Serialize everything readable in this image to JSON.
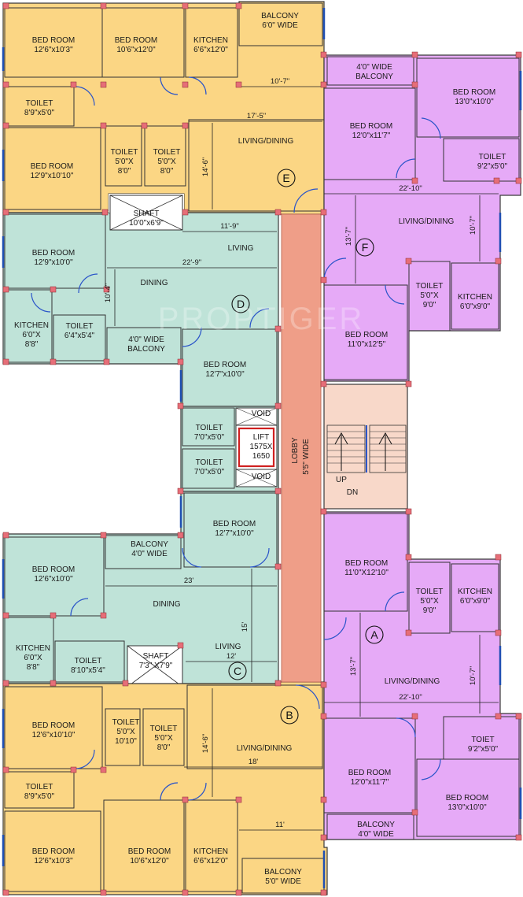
{
  "colors": {
    "unit_b_e": "#fbd684",
    "unit_c_d": "#bfe3d8",
    "unit_a_f": "#e6aaf7",
    "lobby": "#ef9e88",
    "stair": "#f8d8c9",
    "window_blue": "#1f4fb3",
    "post": "#e66e78"
  },
  "units": [
    {
      "id": "E"
    },
    {
      "id": "F"
    },
    {
      "id": "D"
    },
    {
      "id": "C"
    },
    {
      "id": "B"
    },
    {
      "id": "A"
    }
  ],
  "rooms": [
    {
      "name": "BED ROOM",
      "size": "12'6\"x10'3\""
    },
    {
      "name": "BED ROOM",
      "size": "10'6\"x12'0\""
    },
    {
      "name": "KITCHEN",
      "size": "6'6\"x12'0\""
    },
    {
      "name": "BALCONY",
      "size": "6'0\" WIDE"
    },
    {
      "name": "TOILET",
      "size": "8'9\"x5'0\""
    },
    {
      "name": "BED ROOM",
      "size": "12'9\"x10'10\""
    },
    {
      "name": "TOILET",
      "line2": "5'0\"X",
      "line3": "8'0\""
    },
    {
      "name": "TOILET",
      "line2": "5'0\"X",
      "line3": "8'0\""
    },
    {
      "name": "LIVING/DINING"
    },
    {
      "name": "SHAFT",
      "size": "10'0\"x6'9\""
    },
    {
      "name": "4'0\" WIDE",
      "line2": "BALCONY"
    },
    {
      "name": "BED ROOM",
      "size": "13'0\"x10'0\""
    },
    {
      "name": "BED ROOM",
      "size": "12'0\"x11'7\""
    },
    {
      "name": "TOILET",
      "size": "9'2\"x5'0\""
    },
    {
      "name": "LIVING/DINING"
    },
    {
      "name": "TOILET",
      "line2": "5'0\"X",
      "line3": "9'0\""
    },
    {
      "name": "KITCHEN",
      "size": "6'0\"x9'0\""
    },
    {
      "name": "BED ROOM",
      "size": "11'0\"x12'5\""
    },
    {
      "name": "BED ROOM",
      "size": "12'9\"x10'0\""
    },
    {
      "name": "LIVING"
    },
    {
      "name": "DINING"
    },
    {
      "name": "KITCHEN",
      "line2": "6'0\"X",
      "line3": "8'8\""
    },
    {
      "name": "TOILET",
      "size": "6'4\"x5'4\""
    },
    {
      "name": "4'0\" WIDE",
      "line2": "BALCONY"
    },
    {
      "name": "BED ROOM",
      "size": "12'7\"x10'0\""
    },
    {
      "name": "TOILET",
      "size": "7'0\"x5'0\""
    },
    {
      "name": "TOILET",
      "size": "7'0\"x5'0\""
    },
    {
      "name": "VOID"
    },
    {
      "name": "VOID"
    },
    {
      "name": "LIFT",
      "line2": "1575X",
      "line3": "1650"
    },
    {
      "name": "BED ROOM",
      "size": "12'7\"x10'0\""
    },
    {
      "name": "BALCONY",
      "size": "4'0\" WIDE"
    },
    {
      "name": "BED ROOM",
      "size": "12'6\"x10'0\""
    },
    {
      "name": "DINING"
    },
    {
      "name": "KITCHEN",
      "line2": "6'0\"X",
      "line3": "8'8\""
    },
    {
      "name": "TOILET",
      "size": "8'10\"x5'4\""
    },
    {
      "name": "SHAFT",
      "size": "7'3\" X7'9\""
    },
    {
      "name": "LIVING"
    },
    {
      "name": "BED ROOM",
      "size": "12'6\"x10'10\""
    },
    {
      "name": "TOILET",
      "line2": "5'0\"X",
      "line3": "10'10\""
    },
    {
      "name": "TOILET",
      "line2": "5'0\"X",
      "line3": "8'0\""
    },
    {
      "name": "LIVING/DINING"
    },
    {
      "name": "TOILET",
      "size": "8'9\"x5'0\""
    },
    {
      "name": "BED ROOM",
      "size": "12'6\"x10'3\""
    },
    {
      "name": "BED ROOM",
      "size": "10'6\"x12'0\""
    },
    {
      "name": "KITCHEN",
      "size": "6'6\"x12'0\""
    },
    {
      "name": "BALCONY",
      "size": "5'0\" WIDE"
    },
    {
      "name": "BED ROOM",
      "size": "11'0\"X12'10\""
    },
    {
      "name": "TOILET",
      "line2": "5'0\"X",
      "line3": "9'0\""
    },
    {
      "name": "KITCHEN",
      "size": "6'0\"x9'0\""
    },
    {
      "name": "LIVING/DINING"
    },
    {
      "name": "TOIET",
      "size": "9'2\"x5'0\""
    },
    {
      "name": "BED ROOM",
      "size": "12'0\"x11'7\""
    },
    {
      "name": "BED ROOM",
      "size": "13'0\"x10'0\""
    },
    {
      "name": "BALCONY",
      "size": "4'0\" WIDE"
    }
  ],
  "dimensions": [
    "10'-7\"",
    "17'-5\"",
    "14'-6\"",
    "22'-10\"",
    "13'-7\"",
    "10'-7\"",
    "11'-9\"",
    "22'-9\"",
    "10'-4\"",
    "23'",
    "15'",
    "12'",
    "14'-6\"",
    "18'",
    "11'",
    "13'-7\"",
    "10'-7\"",
    "22'-10\""
  ],
  "lobby": {
    "line1": "LOBBY",
    "line2": "5'5\" WIDE"
  },
  "stairs": {
    "up": "UP",
    "down": "DN"
  },
  "watermark": "PROPTIGER"
}
